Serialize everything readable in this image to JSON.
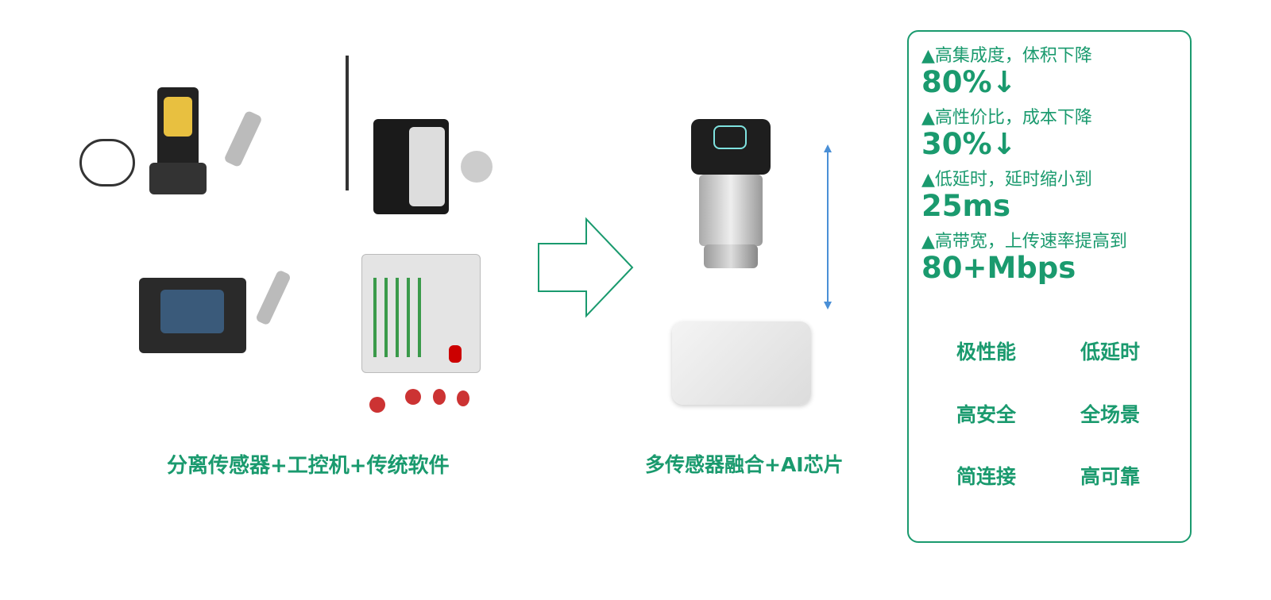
{
  "left_caption": "分离传感器+工控机+传统软件",
  "middle_caption": "多传感器融合+AI芯片",
  "features": [
    {
      "label": "▲高集成度，体积下降",
      "value": "80%↓"
    },
    {
      "label": "▲高性价比，成本下降",
      "value": "30%↓"
    },
    {
      "label": "▲低延时，延时缩小到",
      "value": "25ms"
    },
    {
      "label": "▲高带宽，上传速率提高到",
      "value": "80+Mbps"
    }
  ],
  "tags": [
    "极性能",
    "低延时",
    "高安全",
    "全场景",
    "简连接",
    "高可靠"
  ],
  "colors": {
    "accent": "#1a9a6e",
    "arrow_blue": "#4a8fd6"
  }
}
